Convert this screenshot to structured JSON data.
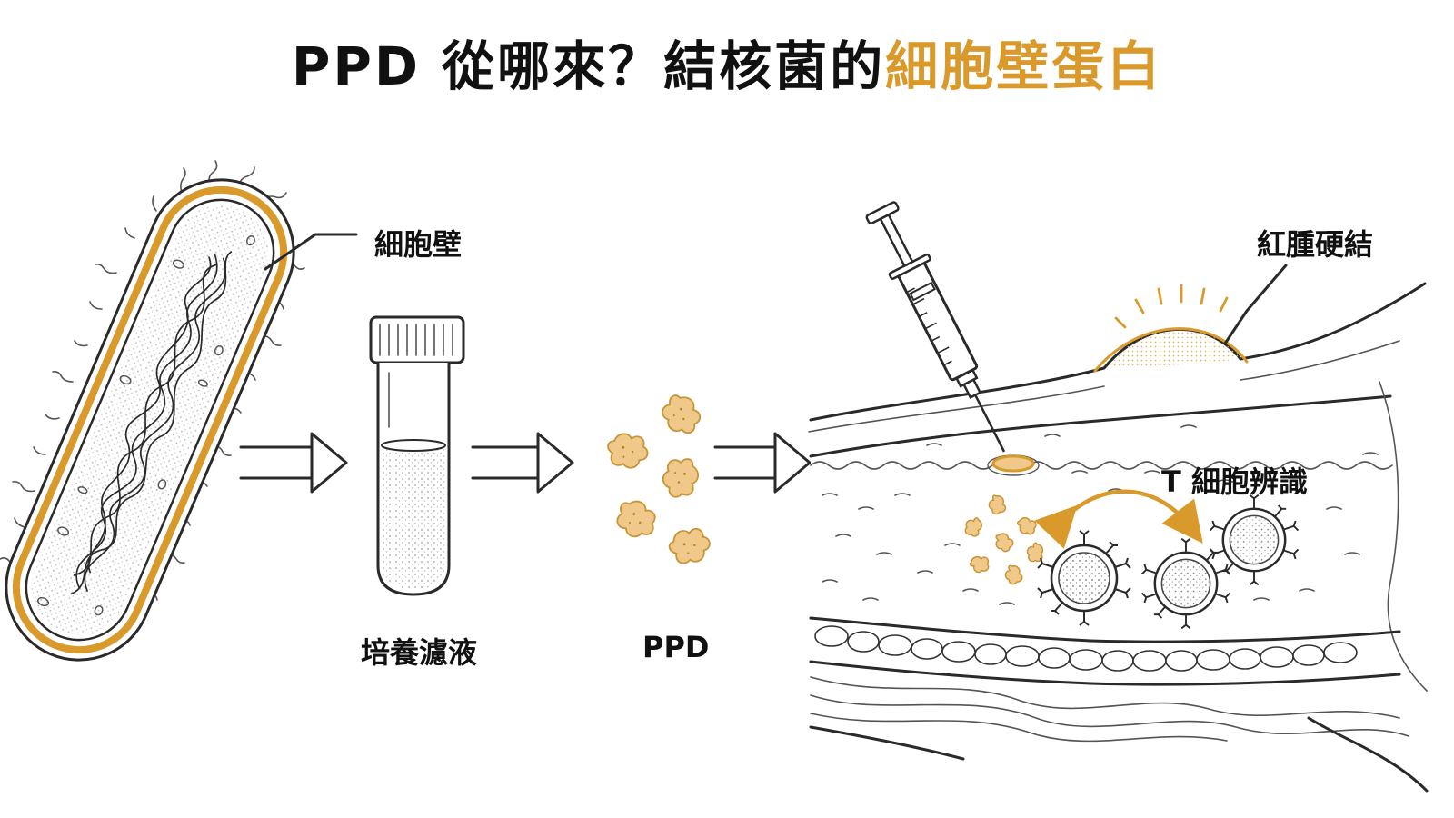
{
  "title": {
    "prefix": "PPD 從哪來？結核菌的",
    "highlight": "細胞壁蛋白"
  },
  "labels": {
    "cell_wall": "細胞壁",
    "culture_filtrate": "培養濾液",
    "ppd": "PPD",
    "induration": "紅腫硬結",
    "t_cell_recognition": "T 細胞辨識"
  },
  "colors": {
    "accent": "#d99a2b",
    "protein_fill": "#f0c98a",
    "ink": "#2a2a2a"
  }
}
